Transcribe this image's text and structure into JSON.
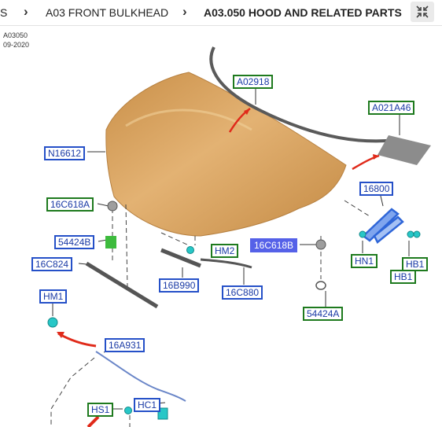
{
  "breadcrumb": {
    "partial": "S",
    "section": "A03 FRONT BULKHEAD",
    "current": "A03.050 HOOD AND RELATED PARTS"
  },
  "diagram_meta": {
    "code": "A03050",
    "date": "09-2020"
  },
  "colors": {
    "hood": "#dba563",
    "label_blue": "#2550c8",
    "label_green": "#1e7a1e",
    "highlight": "#5561e8",
    "arrow": "#e02a1a",
    "clip": "#27c7c7"
  },
  "icons": {
    "collapse": "collapse-arrows-icon",
    "chevron": "chevron-right-icon"
  },
  "callouts": {
    "a02918": "A02918",
    "a021a46": "A021A46",
    "n16612": "N16612",
    "c16618a": "16C618A",
    "c16800": "16800",
    "p54424b": "54424B",
    "c16618b": "16C618B",
    "hm2": "HM2",
    "hn1": "HN1",
    "hb1a": "HB1",
    "hb1b": "HB1",
    "c16824": "16C824",
    "b16990": "16B990",
    "c16880": "16C880",
    "hm1": "HM1",
    "p54424a": "54424A",
    "a16931": "16A931",
    "hs1": "HS1",
    "hc1": "HC1"
  }
}
